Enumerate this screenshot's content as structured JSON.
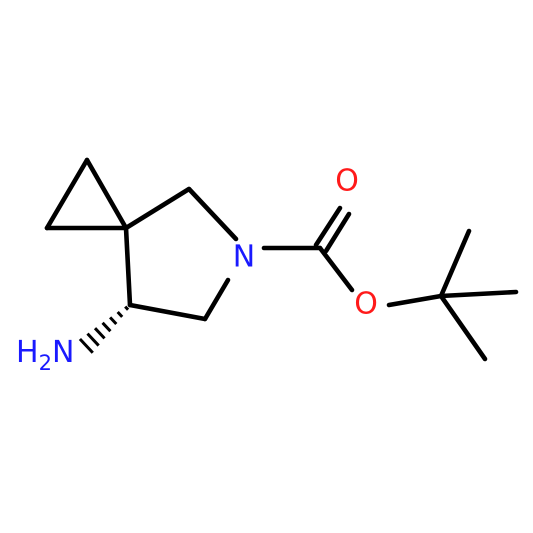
{
  "molecule": {
    "colors": {
      "bond": "#000000",
      "nitrogen": "#1a1aff",
      "oxygen": "#ff1a1a"
    },
    "atoms": {
      "ring_nitrogen": "N",
      "carbonyl_oxygen": "O",
      "ester_oxygen": "O",
      "amine_h": "H",
      "amine_h_count": "2",
      "amine_n": "N"
    }
  }
}
